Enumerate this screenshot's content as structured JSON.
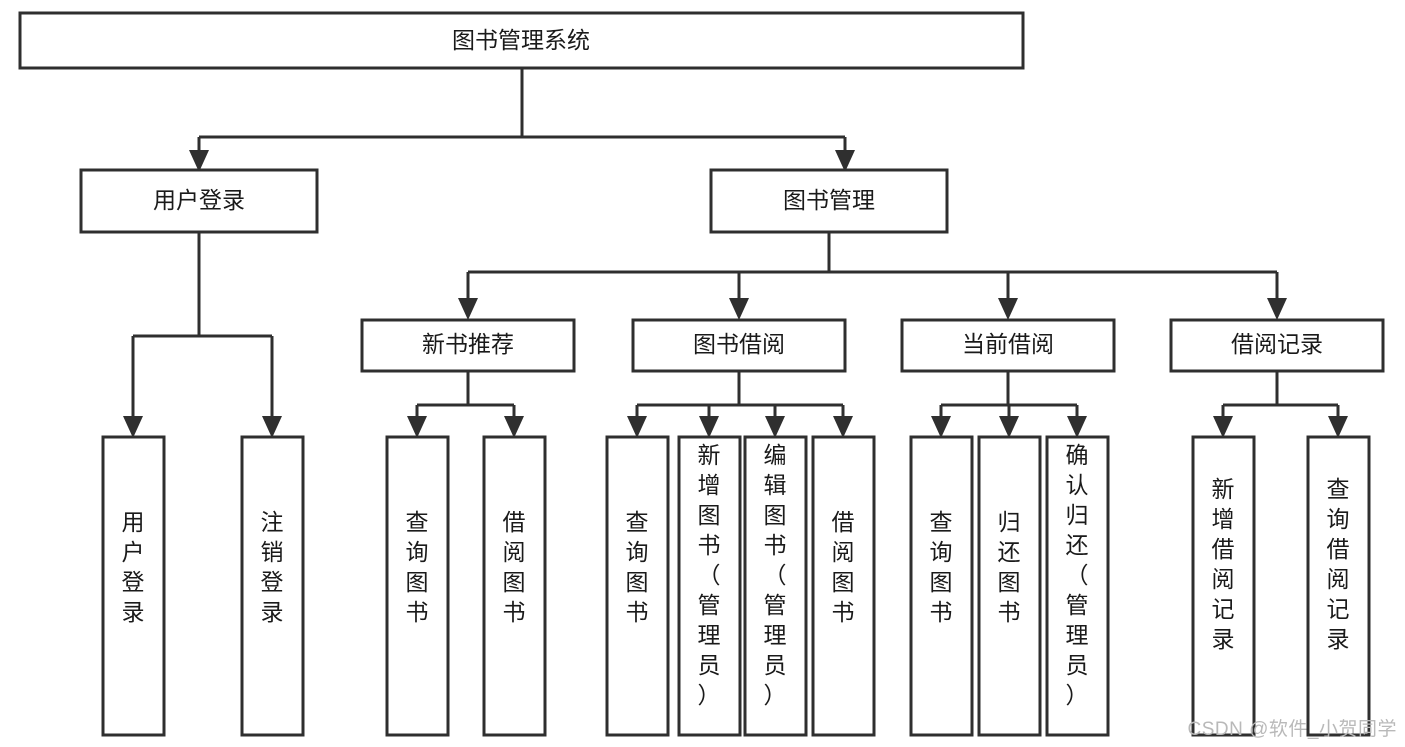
{
  "diagram": {
    "type": "tree-hierarchy",
    "title": "图书管理系统",
    "orientation": "top-down",
    "colors": {
      "stroke": "#2f2f2f",
      "box_fill": "#ffffff",
      "text": "#1a1a1a",
      "background": "#ffffff",
      "watermark": "#b9b9b9"
    },
    "nodes": {
      "root": {
        "label": "图书管理系统",
        "level": 0,
        "orientation": "horizontal"
      },
      "user_login": {
        "label": "用户登录",
        "level": 1,
        "orientation": "horizontal"
      },
      "book_manage": {
        "label": "图书管理",
        "level": 1,
        "orientation": "horizontal"
      },
      "new_book_rec": {
        "label": "新书推荐",
        "level": 2,
        "orientation": "horizontal"
      },
      "book_borrow": {
        "label": "图书借阅",
        "level": 2,
        "orientation": "horizontal"
      },
      "current_borrow": {
        "label": "当前借阅",
        "level": 2,
        "orientation": "horizontal"
      },
      "borrow_record": {
        "label": "借阅记录",
        "level": 2,
        "orientation": "horizontal"
      },
      "leaf_user_login": {
        "label": "用户登录",
        "level": 3,
        "orientation": "vertical"
      },
      "leaf_logout": {
        "label": "注销登录",
        "level": 3,
        "orientation": "vertical"
      },
      "leaf_query_book_1": {
        "label": "查询图书",
        "level": 3,
        "orientation": "vertical"
      },
      "leaf_borrow_book_1": {
        "label": "借阅图书",
        "level": 3,
        "orientation": "vertical"
      },
      "leaf_query_book_2": {
        "label": "查询图书",
        "level": 3,
        "orientation": "vertical"
      },
      "leaf_add_book": {
        "label": "新增图书（管理员）",
        "level": 3,
        "orientation": "vertical"
      },
      "leaf_edit_book": {
        "label": "编辑图书（管理员）",
        "level": 3,
        "orientation": "vertical"
      },
      "leaf_borrow_book_2": {
        "label": "借阅图书",
        "level": 3,
        "orientation": "vertical"
      },
      "leaf_query_book_3": {
        "label": "查询图书",
        "level": 3,
        "orientation": "vertical"
      },
      "leaf_return_book": {
        "label": "归还图书",
        "level": 3,
        "orientation": "vertical"
      },
      "leaf_confirm_return": {
        "label": "确认归还（管理员）",
        "level": 3,
        "orientation": "vertical"
      },
      "leaf_add_record": {
        "label": "新增借阅记录",
        "level": 3,
        "orientation": "vertical"
      },
      "leaf_query_record": {
        "label": "查询借阅记录",
        "level": 3,
        "orientation": "vertical"
      }
    },
    "edges": [
      {
        "from": "root",
        "to": "user_login"
      },
      {
        "from": "root",
        "to": "book_manage"
      },
      {
        "from": "user_login",
        "to": "leaf_user_login"
      },
      {
        "from": "user_login",
        "to": "leaf_logout"
      },
      {
        "from": "book_manage",
        "to": "new_book_rec"
      },
      {
        "from": "book_manage",
        "to": "book_borrow"
      },
      {
        "from": "book_manage",
        "to": "current_borrow"
      },
      {
        "from": "book_manage",
        "to": "borrow_record"
      },
      {
        "from": "new_book_rec",
        "to": "leaf_query_book_1"
      },
      {
        "from": "new_book_rec",
        "to": "leaf_borrow_book_1"
      },
      {
        "from": "book_borrow",
        "to": "leaf_query_book_2"
      },
      {
        "from": "book_borrow",
        "to": "leaf_add_book"
      },
      {
        "from": "book_borrow",
        "to": "leaf_edit_book"
      },
      {
        "from": "book_borrow",
        "to": "leaf_borrow_book_2"
      },
      {
        "from": "current_borrow",
        "to": "leaf_query_book_3"
      },
      {
        "from": "current_borrow",
        "to": "leaf_return_book"
      },
      {
        "from": "current_borrow",
        "to": "leaf_confirm_return"
      },
      {
        "from": "borrow_record",
        "to": "leaf_add_record"
      },
      {
        "from": "borrow_record",
        "to": "leaf_query_record"
      }
    ]
  },
  "watermark": {
    "text": "CSDN @软件_小贺同学"
  }
}
